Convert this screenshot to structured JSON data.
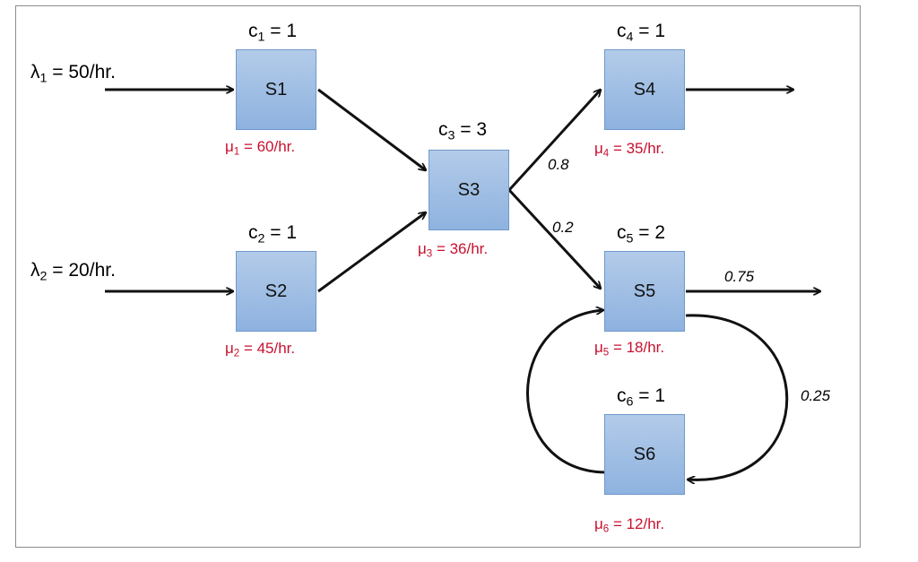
{
  "colors": {
    "rate_text": "#c8102e",
    "box_fill_top": "#b3cbe9",
    "box_fill_bottom": "#8eb2df",
    "box_border": "#6f98cc",
    "arrow": "#111111"
  },
  "arrivals": [
    {
      "symbol": "λ",
      "sub": "1",
      "rest": " = 50/hr."
    },
    {
      "symbol": "λ",
      "sub": "2",
      "rest": " = 20/hr."
    }
  ],
  "stations": [
    {
      "name": "S1",
      "cap": {
        "symbol": "c",
        "sub": "1",
        "rest": " = 1"
      },
      "rate": {
        "symbol": "μ",
        "sub": "1",
        "rest": " = 60/hr."
      }
    },
    {
      "name": "S2",
      "cap": {
        "symbol": "c",
        "sub": "2",
        "rest": " = 1"
      },
      "rate": {
        "symbol": "μ",
        "sub": "2",
        "rest": " = 45/hr."
      }
    },
    {
      "name": "S3",
      "cap": {
        "symbol": "c",
        "sub": "3",
        "rest": " = 3"
      },
      "rate": {
        "symbol": "μ",
        "sub": "3",
        "rest": " = 36/hr."
      }
    },
    {
      "name": "S4",
      "cap": {
        "symbol": "c",
        "sub": "4",
        "rest": " = 1"
      },
      "rate": {
        "symbol": "μ",
        "sub": "4",
        "rest": " = 35/hr."
      }
    },
    {
      "name": "S5",
      "cap": {
        "symbol": "c",
        "sub": "5",
        "rest": " = 2"
      },
      "rate": {
        "symbol": "μ",
        "sub": "5",
        "rest": " = 18/hr."
      }
    },
    {
      "name": "S6",
      "cap": {
        "symbol": "c",
        "sub": "6",
        "rest": " = 1"
      },
      "rate": {
        "symbol": "μ",
        "sub": "6",
        "rest": " = 12/hr."
      }
    }
  ],
  "probabilities": {
    "s3_to_s4": "0.8",
    "s3_to_s5": "0.2",
    "s5_exit": "0.75",
    "s5_to_s6": "0.25"
  }
}
